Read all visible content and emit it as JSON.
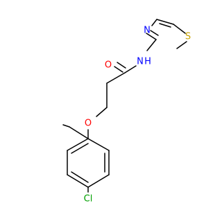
{
  "molecule": {
    "atoms": {
      "s_ring": {
        "label": "S"
      },
      "n_ring": {
        "label": "N"
      },
      "nh_amide": {
        "label": "N"
      },
      "h_amide": {
        "label": "H"
      },
      "o_carbonyl": {
        "label": "O"
      },
      "o_ether": {
        "label": "O"
      },
      "cl": {
        "label": "Cl"
      }
    },
    "colors": {
      "bond": "#000000",
      "S": "#c8a200",
      "N": "#0000ff",
      "O": "#ff0000",
      "Cl": "#00a000"
    }
  }
}
